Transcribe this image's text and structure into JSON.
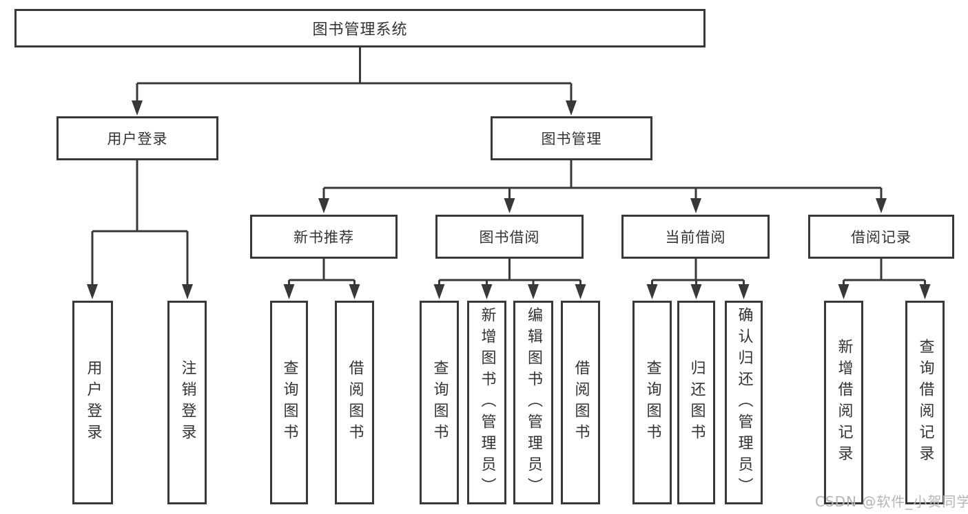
{
  "colors": {
    "line": "#383838",
    "text": "#333333",
    "box_background": "#ffffff",
    "page_background": "#ffffff",
    "watermark": "#b5b5b5"
  },
  "tree": {
    "root": {
      "label": "图书管理系统"
    },
    "branches": [
      {
        "label": "用户登录",
        "children": [
          {
            "label": "用户登录"
          },
          {
            "label": "注销登录"
          }
        ]
      },
      {
        "label": "图书管理",
        "children": [
          {
            "label": "新书推荐",
            "children": [
              {
                "label": "查询图书"
              },
              {
                "label": "借阅图书"
              }
            ]
          },
          {
            "label": "图书借阅",
            "children": [
              {
                "label": "查询图书"
              },
              {
                "label": "新增图书（管理员）"
              },
              {
                "label": "编辑图书（管理员）"
              },
              {
                "label": "借阅图书"
              }
            ]
          },
          {
            "label": "当前借阅",
            "children": [
              {
                "label": "查询图书"
              },
              {
                "label": "归还图书"
              },
              {
                "label": "确认归还（管理员）"
              }
            ]
          },
          {
            "label": "借阅记录",
            "children": [
              {
                "label": "新增借阅记录"
              },
              {
                "label": "查询借阅记录"
              }
            ]
          }
        ]
      }
    ]
  },
  "watermark": {
    "text": "CSDN @软件_小贺同学"
  }
}
